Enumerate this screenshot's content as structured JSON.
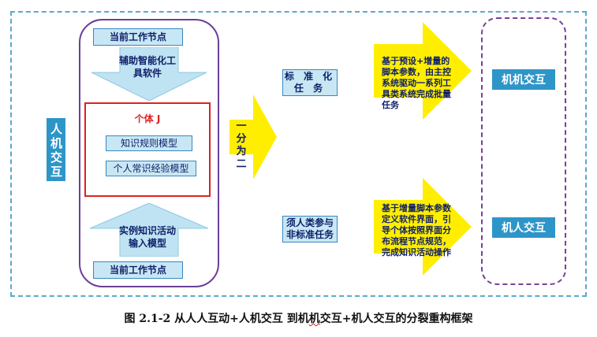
{
  "left_panel": {
    "human_machine_label": "人机交互",
    "node_top": "当前工作节点",
    "tool_arrow_label": "辅助智能化工具软件",
    "individual": {
      "title": "个体 J",
      "rule_model": "知识规则模型",
      "experience_model": "个人常识经验模型"
    },
    "input_arrow_label": "实例知识活动输入模型",
    "node_bottom": "当前工作节点"
  },
  "split_label": "一分为二",
  "tasks": {
    "standard": "标 准 化 任 务",
    "nonstandard": "须人类参与非标准任务"
  },
  "descriptions": {
    "upper": "基于预设+增量的脚本参数，由主控系统驱动一系列工具类系统完成批量任务",
    "lower": "基于增量脚本参数定义软件界面，引导个体按照界面分布流程节点规范，完成知识活动操作"
  },
  "outcomes": {
    "machine_machine": "机机交互",
    "machine_human": "机人交互"
  },
  "caption": {
    "prefix": "图 2.1-2   从人人互动+人机交互  到机",
    "squiggle": "机",
    "suffix": "交互+机人交互的分裂重构框架"
  },
  "colors": {
    "arrow_yellow": "#ffee00",
    "label_blue": "#2e95c8",
    "light_box": "#c8e7f4",
    "box_border": "#3a86c0",
    "individual_border": "#e02020",
    "capsule_purple": "#6b3f98",
    "frame_dash": "#5aa9cf"
  }
}
